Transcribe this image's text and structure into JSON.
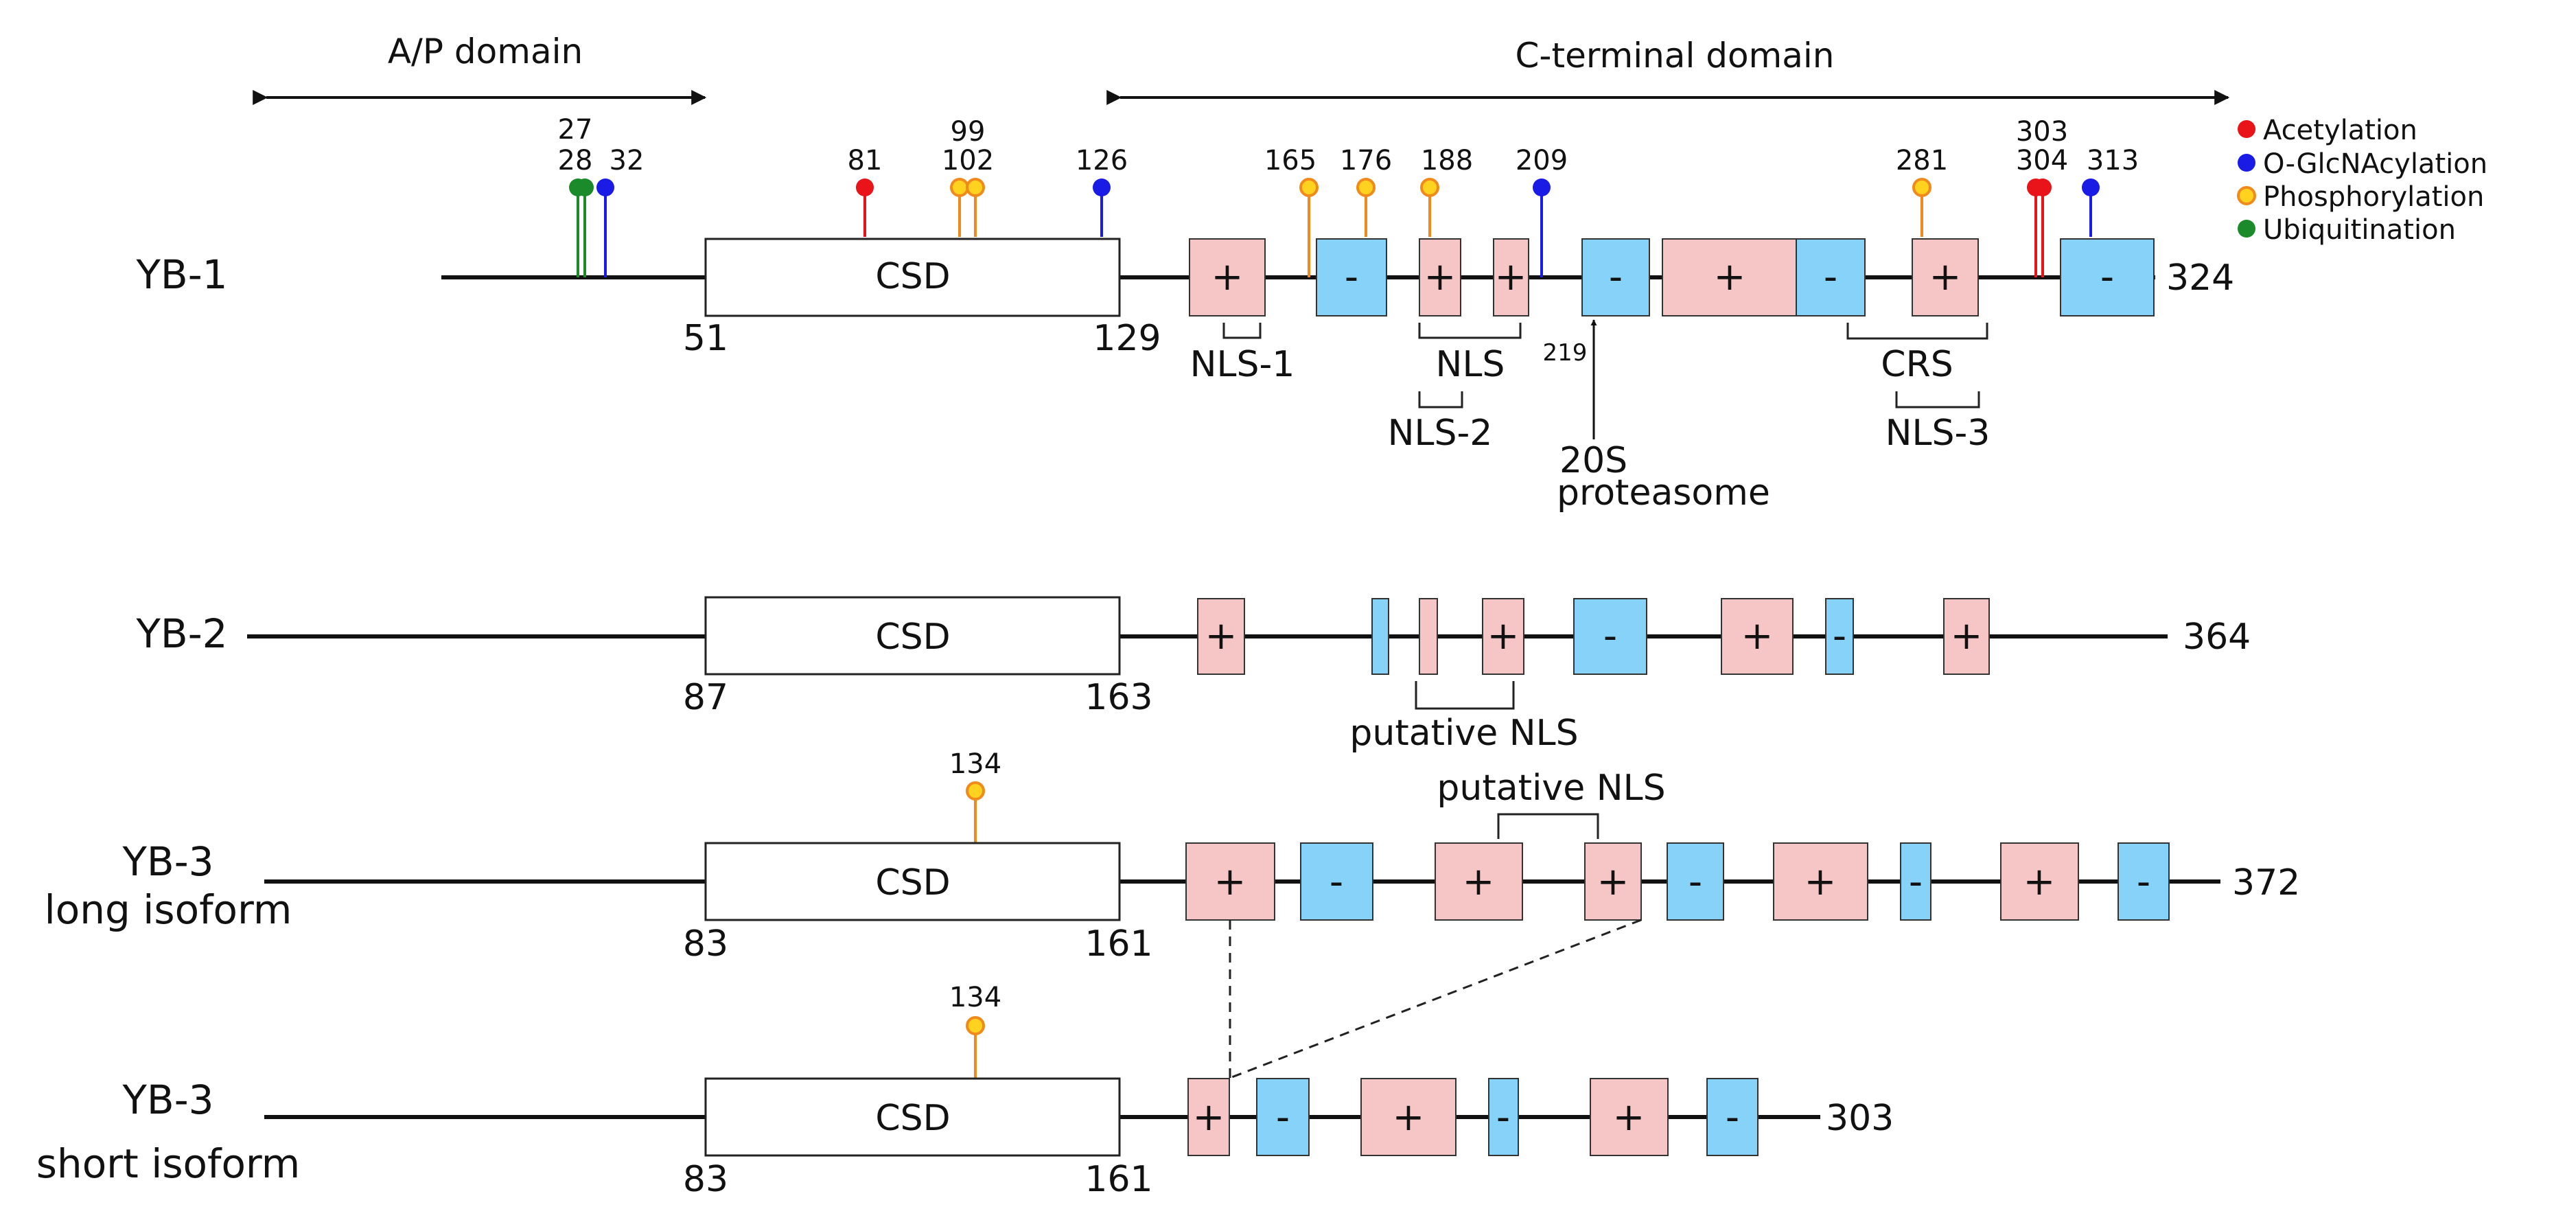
{
  "domains": {
    "ap_label": "A/P domain",
    "cterm_label": "C-terminal domain"
  },
  "legend": {
    "acetylation": "Acetylation",
    "oglcnac": "O-GlcNAcylation",
    "phospho": "Phosphorylation",
    "ubiq": "Ubiquitination"
  },
  "colors": {
    "acetylation": "#e8141a",
    "oglcnac": "#1b1be6",
    "phospho": "#f5a623",
    "ubiq": "#1a8a2a",
    "positive_box": "#f6c6c6",
    "negative_box": "#87d2f8"
  },
  "proteins": {
    "yb1": {
      "name": "YB-1",
      "csd": "CSD",
      "start": "51",
      "end": "129",
      "length": "324",
      "sites": {
        "s27": "27",
        "s28": "28",
        "s32": "32",
        "s81": "81",
        "s99": "99",
        "s102": "102",
        "s126": "126",
        "s165": "165",
        "s176": "176",
        "s188": "188",
        "s209": "209",
        "s281": "281",
        "s303": "303",
        "s304": "304",
        "s313": "313"
      },
      "labels": {
        "nls1": "NLS-1",
        "nls": "NLS",
        "nls2": "NLS-2",
        "crs": "CRS",
        "nls3": "NLS-3",
        "site219": "219",
        "proteasome1": "20S",
        "proteasome2": "proteasome"
      }
    },
    "yb2": {
      "name": "YB-2",
      "csd": "CSD",
      "start": "87",
      "end": "163",
      "length": "364",
      "putative_nls": "putative NLS"
    },
    "yb3_long": {
      "name1": "YB-3",
      "name2": "long isoform",
      "csd": "CSD",
      "start": "83",
      "end": "161",
      "length": "372",
      "site": "134",
      "putative_nls": "putative NLS"
    },
    "yb3_short": {
      "name1": "YB-3",
      "name2": "short isoform",
      "csd": "CSD",
      "start": "83",
      "end": "161",
      "length": "303",
      "site": "134"
    }
  },
  "symbols": {
    "plus": "+",
    "minus": "-"
  }
}
